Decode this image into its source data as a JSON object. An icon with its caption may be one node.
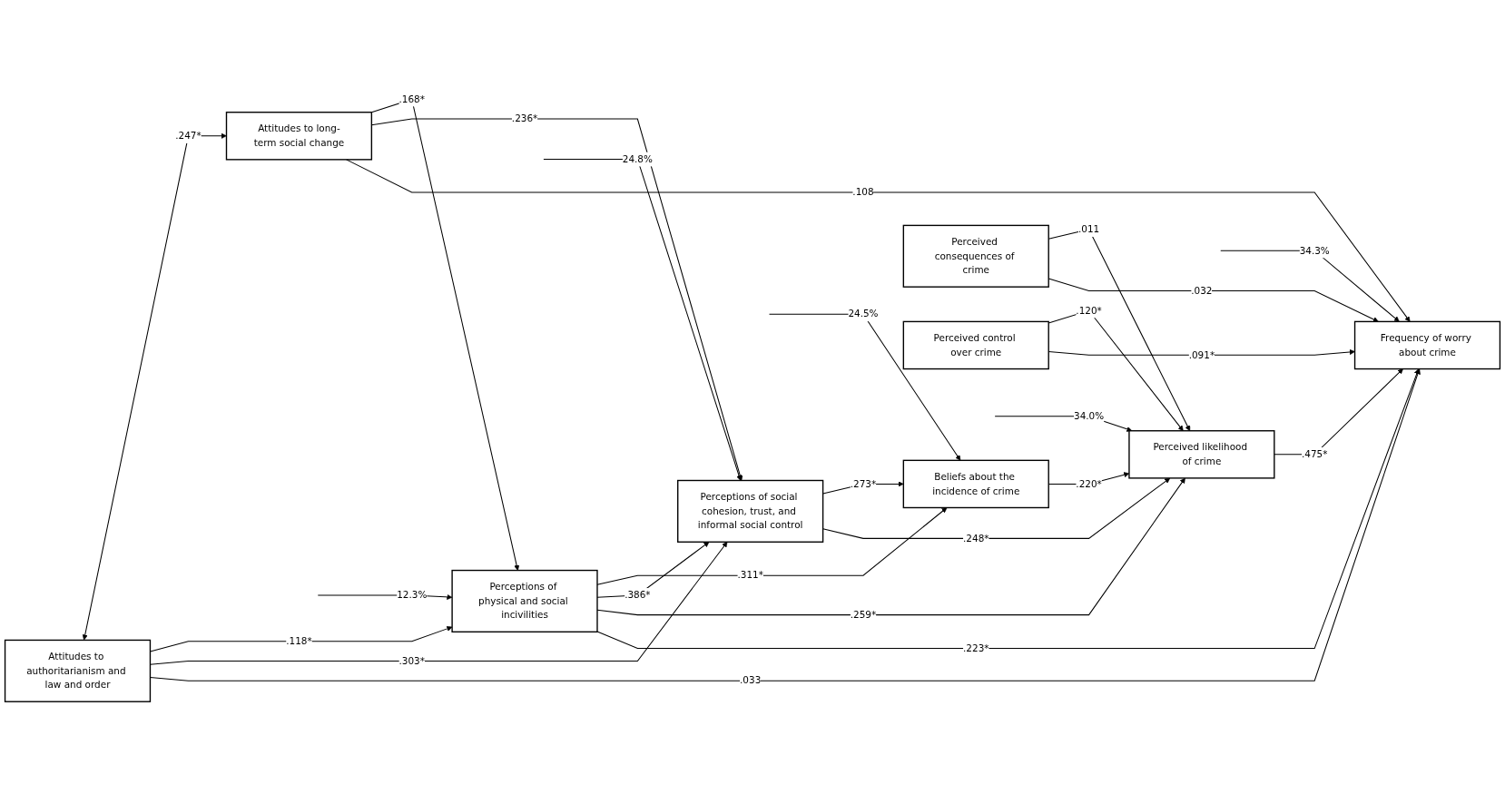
{
  "diagram": {
    "nodes": [
      {
        "text": [
          "Attitudes to authoritarianism and law and order"
        ]
      },
      {
        "text": [
          "Attitudes to long-term social change"
        ]
      },
      {
        "text": [
          "Perceptions of physical and social incivilities"
        ]
      },
      {
        "text": [
          "Perceptions of social cohesion, trust, and informal social control"
        ]
      },
      {
        "text": [
          "Beliefs about the incidence of crime"
        ]
      },
      {
        "text": [
          "Perceived consequences of crime"
        ]
      },
      {
        "text": [
          "Perceived likelihood of crime"
        ]
      },
      {
        "text": [
          "Perceived control over crime"
        ]
      },
      {
        "text": [
          "Frequency of worry about crime"
        ]
      }
    ],
    "edges": [
      {
        "from": 0,
        "to": 1,
        "arrow": "both",
        "label": ".247*"
      },
      {
        "from": 0,
        "to": 2,
        "arrow": "to",
        "label": ".118*"
      },
      {
        "from": 0,
        "to": 3,
        "arrow": "to",
        "label": ".303*"
      },
      {
        "from": 0,
        "to": 8,
        "arrow": "to",
        "label": ".033"
      },
      {
        "from": 1,
        "to": 2,
        "arrow": "to",
        "label": ".168*"
      },
      {
        "from": 1,
        "to": 3,
        "arrow": "to",
        "label": ".236*"
      },
      {
        "from": 1,
        "to": 8,
        "arrow": "to",
        "label": ".108"
      },
      {
        "from": 2,
        "to": 4,
        "arrow": "to",
        "label": ".311*"
      },
      {
        "from": 2,
        "to": 3,
        "arrow": "to",
        "label": ".386*"
      },
      {
        "from": 2,
        "to": 6,
        "arrow": "to",
        "label": ".259*"
      },
      {
        "from": 2,
        "to": 8,
        "arrow": "to",
        "label": ".223*"
      },
      {
        "from": 3,
        "to": 4,
        "arrow": "to",
        "label": ".273*"
      },
      {
        "from": 3,
        "to": 6,
        "arrow": "to",
        "label": ".248*"
      },
      {
        "from": 4,
        "to": 6,
        "arrow": "to",
        "label": ".220*"
      },
      {
        "from": 5,
        "to": 6,
        "arrow": "to",
        "label": ".011"
      },
      {
        "from": 5,
        "to": 8,
        "arrow": "to",
        "label": ".032"
      },
      {
        "from": 6,
        "to": 8,
        "arrow": "to",
        "label": ".475*"
      },
      {
        "from": 7,
        "to": 6,
        "arrow": "to",
        "label": ".120*"
      },
      {
        "from": 7,
        "to": 8,
        "arrow": "to",
        "label": ".091*"
      },
      {
        "from": null,
        "to": 4,
        "arrow": "to",
        "label": "24.5%"
      },
      {
        "from": null,
        "to": 2,
        "arrow": "to",
        "label": "12.3%"
      },
      {
        "from": null,
        "to": 3,
        "arrow": "to",
        "label": "24.8%"
      },
      {
        "from": null,
        "to": 6,
        "arrow": "to",
        "label": "34.0%"
      },
      {
        "from": null,
        "to": 8,
        "arrow": "to",
        "label": "34.3%"
      }
    ]
  }
}
